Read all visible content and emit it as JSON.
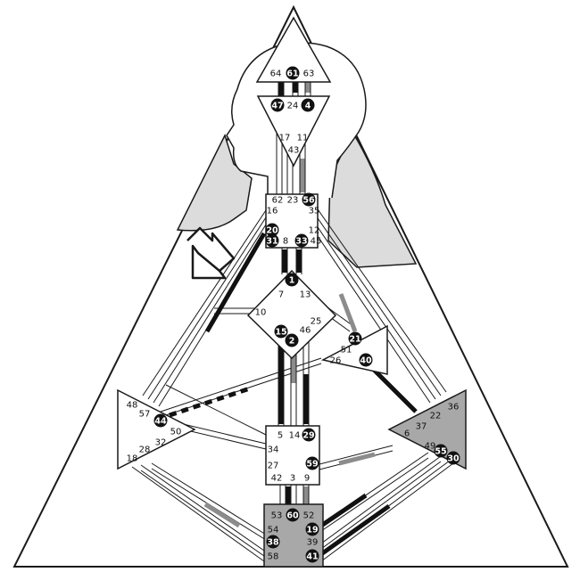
{
  "colors": {
    "background": "#ffffff",
    "line": "#1a1a1a",
    "silhouette_fill": "#dcdcdc",
    "defined_center_fill": "#a8a8a8",
    "channel_gray": "#8c8c8c",
    "channel_black": "#111111",
    "activated_circle_fill": "#111111"
  },
  "centers": [
    {
      "id": "head",
      "shape": "triangle-up",
      "defined": false
    },
    {
      "id": "ajna",
      "shape": "triangle-down",
      "defined": false
    },
    {
      "id": "throat",
      "shape": "square",
      "defined": false
    },
    {
      "id": "g-center",
      "shape": "diamond",
      "defined": false
    },
    {
      "id": "heart",
      "shape": "triangle-small",
      "defined": false
    },
    {
      "id": "spleen",
      "shape": "triangle-right",
      "defined": false
    },
    {
      "id": "solar-plexus",
      "shape": "triangle-left",
      "defined": true
    },
    {
      "id": "sacral",
      "shape": "square",
      "defined": false
    },
    {
      "id": "root",
      "shape": "square",
      "defined": true
    }
  ],
  "gates": [
    {
      "number": "64",
      "activated": false
    },
    {
      "number": "61",
      "activated": true
    },
    {
      "number": "63",
      "activated": false
    },
    {
      "number": "47",
      "activated": true
    },
    {
      "number": "24",
      "activated": false
    },
    {
      "number": "4",
      "activated": true
    },
    {
      "number": "17",
      "activated": false
    },
    {
      "number": "11",
      "activated": false
    },
    {
      "number": "43",
      "activated": false
    },
    {
      "number": "62",
      "activated": false
    },
    {
      "number": "23",
      "activated": false
    },
    {
      "number": "56",
      "activated": true
    },
    {
      "number": "16",
      "activated": false
    },
    {
      "number": "35",
      "activated": false
    },
    {
      "number": "20",
      "activated": true
    },
    {
      "number": "12",
      "activated": false
    },
    {
      "number": "31",
      "activated": true
    },
    {
      "number": "8",
      "activated": false
    },
    {
      "number": "33",
      "activated": true
    },
    {
      "number": "45",
      "activated": false
    },
    {
      "number": "1",
      "activated": true
    },
    {
      "number": "7",
      "activated": false
    },
    {
      "number": "13",
      "activated": false
    },
    {
      "number": "10",
      "activated": false
    },
    {
      "number": "25",
      "activated": false
    },
    {
      "number": "46",
      "activated": false
    },
    {
      "number": "15",
      "activated": true
    },
    {
      "number": "2",
      "activated": true
    },
    {
      "number": "21",
      "activated": true
    },
    {
      "number": "51",
      "activated": false
    },
    {
      "number": "26",
      "activated": false
    },
    {
      "number": "40",
      "activated": true
    },
    {
      "number": "48",
      "activated": false
    },
    {
      "number": "57",
      "activated": false
    },
    {
      "number": "44",
      "activated": true
    },
    {
      "number": "50",
      "activated": false
    },
    {
      "number": "32",
      "activated": false
    },
    {
      "number": "28",
      "activated": false
    },
    {
      "number": "18",
      "activated": false
    },
    {
      "number": "36",
      "activated": false
    },
    {
      "number": "22",
      "activated": false
    },
    {
      "number": "37",
      "activated": false
    },
    {
      "number": "6",
      "activated": false
    },
    {
      "number": "49",
      "activated": false
    },
    {
      "number": "55",
      "activated": true
    },
    {
      "number": "30",
      "activated": true
    },
    {
      "number": "5",
      "activated": false
    },
    {
      "number": "14",
      "activated": false
    },
    {
      "number": "29",
      "activated": true
    },
    {
      "number": "34",
      "activated": false
    },
    {
      "number": "27",
      "activated": false
    },
    {
      "number": "59",
      "activated": true
    },
    {
      "number": "42",
      "activated": false
    },
    {
      "number": "3",
      "activated": false
    },
    {
      "number": "9",
      "activated": false
    },
    {
      "number": "53",
      "activated": false
    },
    {
      "number": "60",
      "activated": true
    },
    {
      "number": "52",
      "activated": false
    },
    {
      "number": "54",
      "activated": false
    },
    {
      "number": "19",
      "activated": true
    },
    {
      "number": "38",
      "activated": true
    },
    {
      "number": "39",
      "activated": false
    },
    {
      "number": "58",
      "activated": false
    },
    {
      "number": "41",
      "activated": true
    }
  ],
  "pointer_arrow": {
    "icon": "arrow-pointer-icon",
    "direction": "down-right"
  }
}
